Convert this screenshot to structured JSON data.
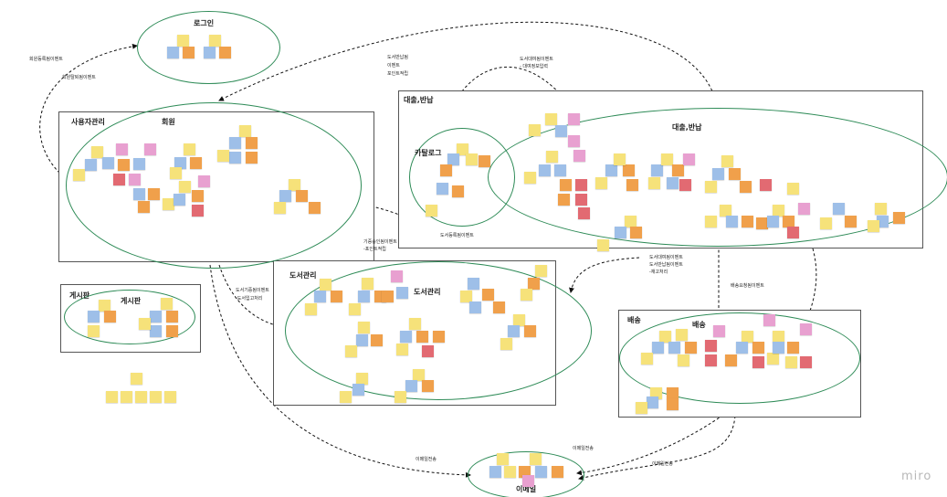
{
  "canvas": {
    "brand": "miro"
  },
  "frames": [
    {
      "id": "user-management",
      "label": "사용자관리",
      "cluster": "회원"
    },
    {
      "id": "rental-return",
      "label": "대출,반납",
      "clusters": [
        "카탈로그",
        "대출,반납"
      ]
    },
    {
      "id": "board",
      "label": "게시판",
      "cluster": "게시판"
    },
    {
      "id": "book-management",
      "label": "도서관리",
      "cluster": "도서관리"
    },
    {
      "id": "delivery",
      "label": "배송",
      "cluster": "배송"
    }
  ],
  "clusters": {
    "login": "로그인",
    "email": "이메일"
  },
  "edge_labels": {
    "signup_event": "회원등록됨이벤트",
    "member_deleted": "회원탈퇴됨이벤트",
    "rental_return_events": [
      "도서반납됨",
      "이벤트",
      "포인트적립"
    ],
    "rental_info_event": [
      "도서대여됨이벤트",
      "- 대여정보입력"
    ],
    "catalog_event": "도서등록됨이벤트",
    "point_event": [
      "기증승인됨이벤트",
      "-포인트적립"
    ],
    "donation_event": [
      "도서기증됨이벤트",
      "-도서입고처리"
    ],
    "stock_events": [
      "도서대여됨이벤트",
      "도서반납됨이벤트",
      "-재고처리"
    ],
    "delivery_request": "배송요청됨이벤트",
    "email_from_book": "이메일전송",
    "email_from_rental": "이메일전송",
    "email_from_delivery": "이메일전송"
  },
  "sticky_colors": {
    "event": "#f0a04b",
    "command": "#9ebfe8",
    "policy": "#e8a0d0",
    "external": "#e26a72",
    "actor": "#f6e27a"
  }
}
